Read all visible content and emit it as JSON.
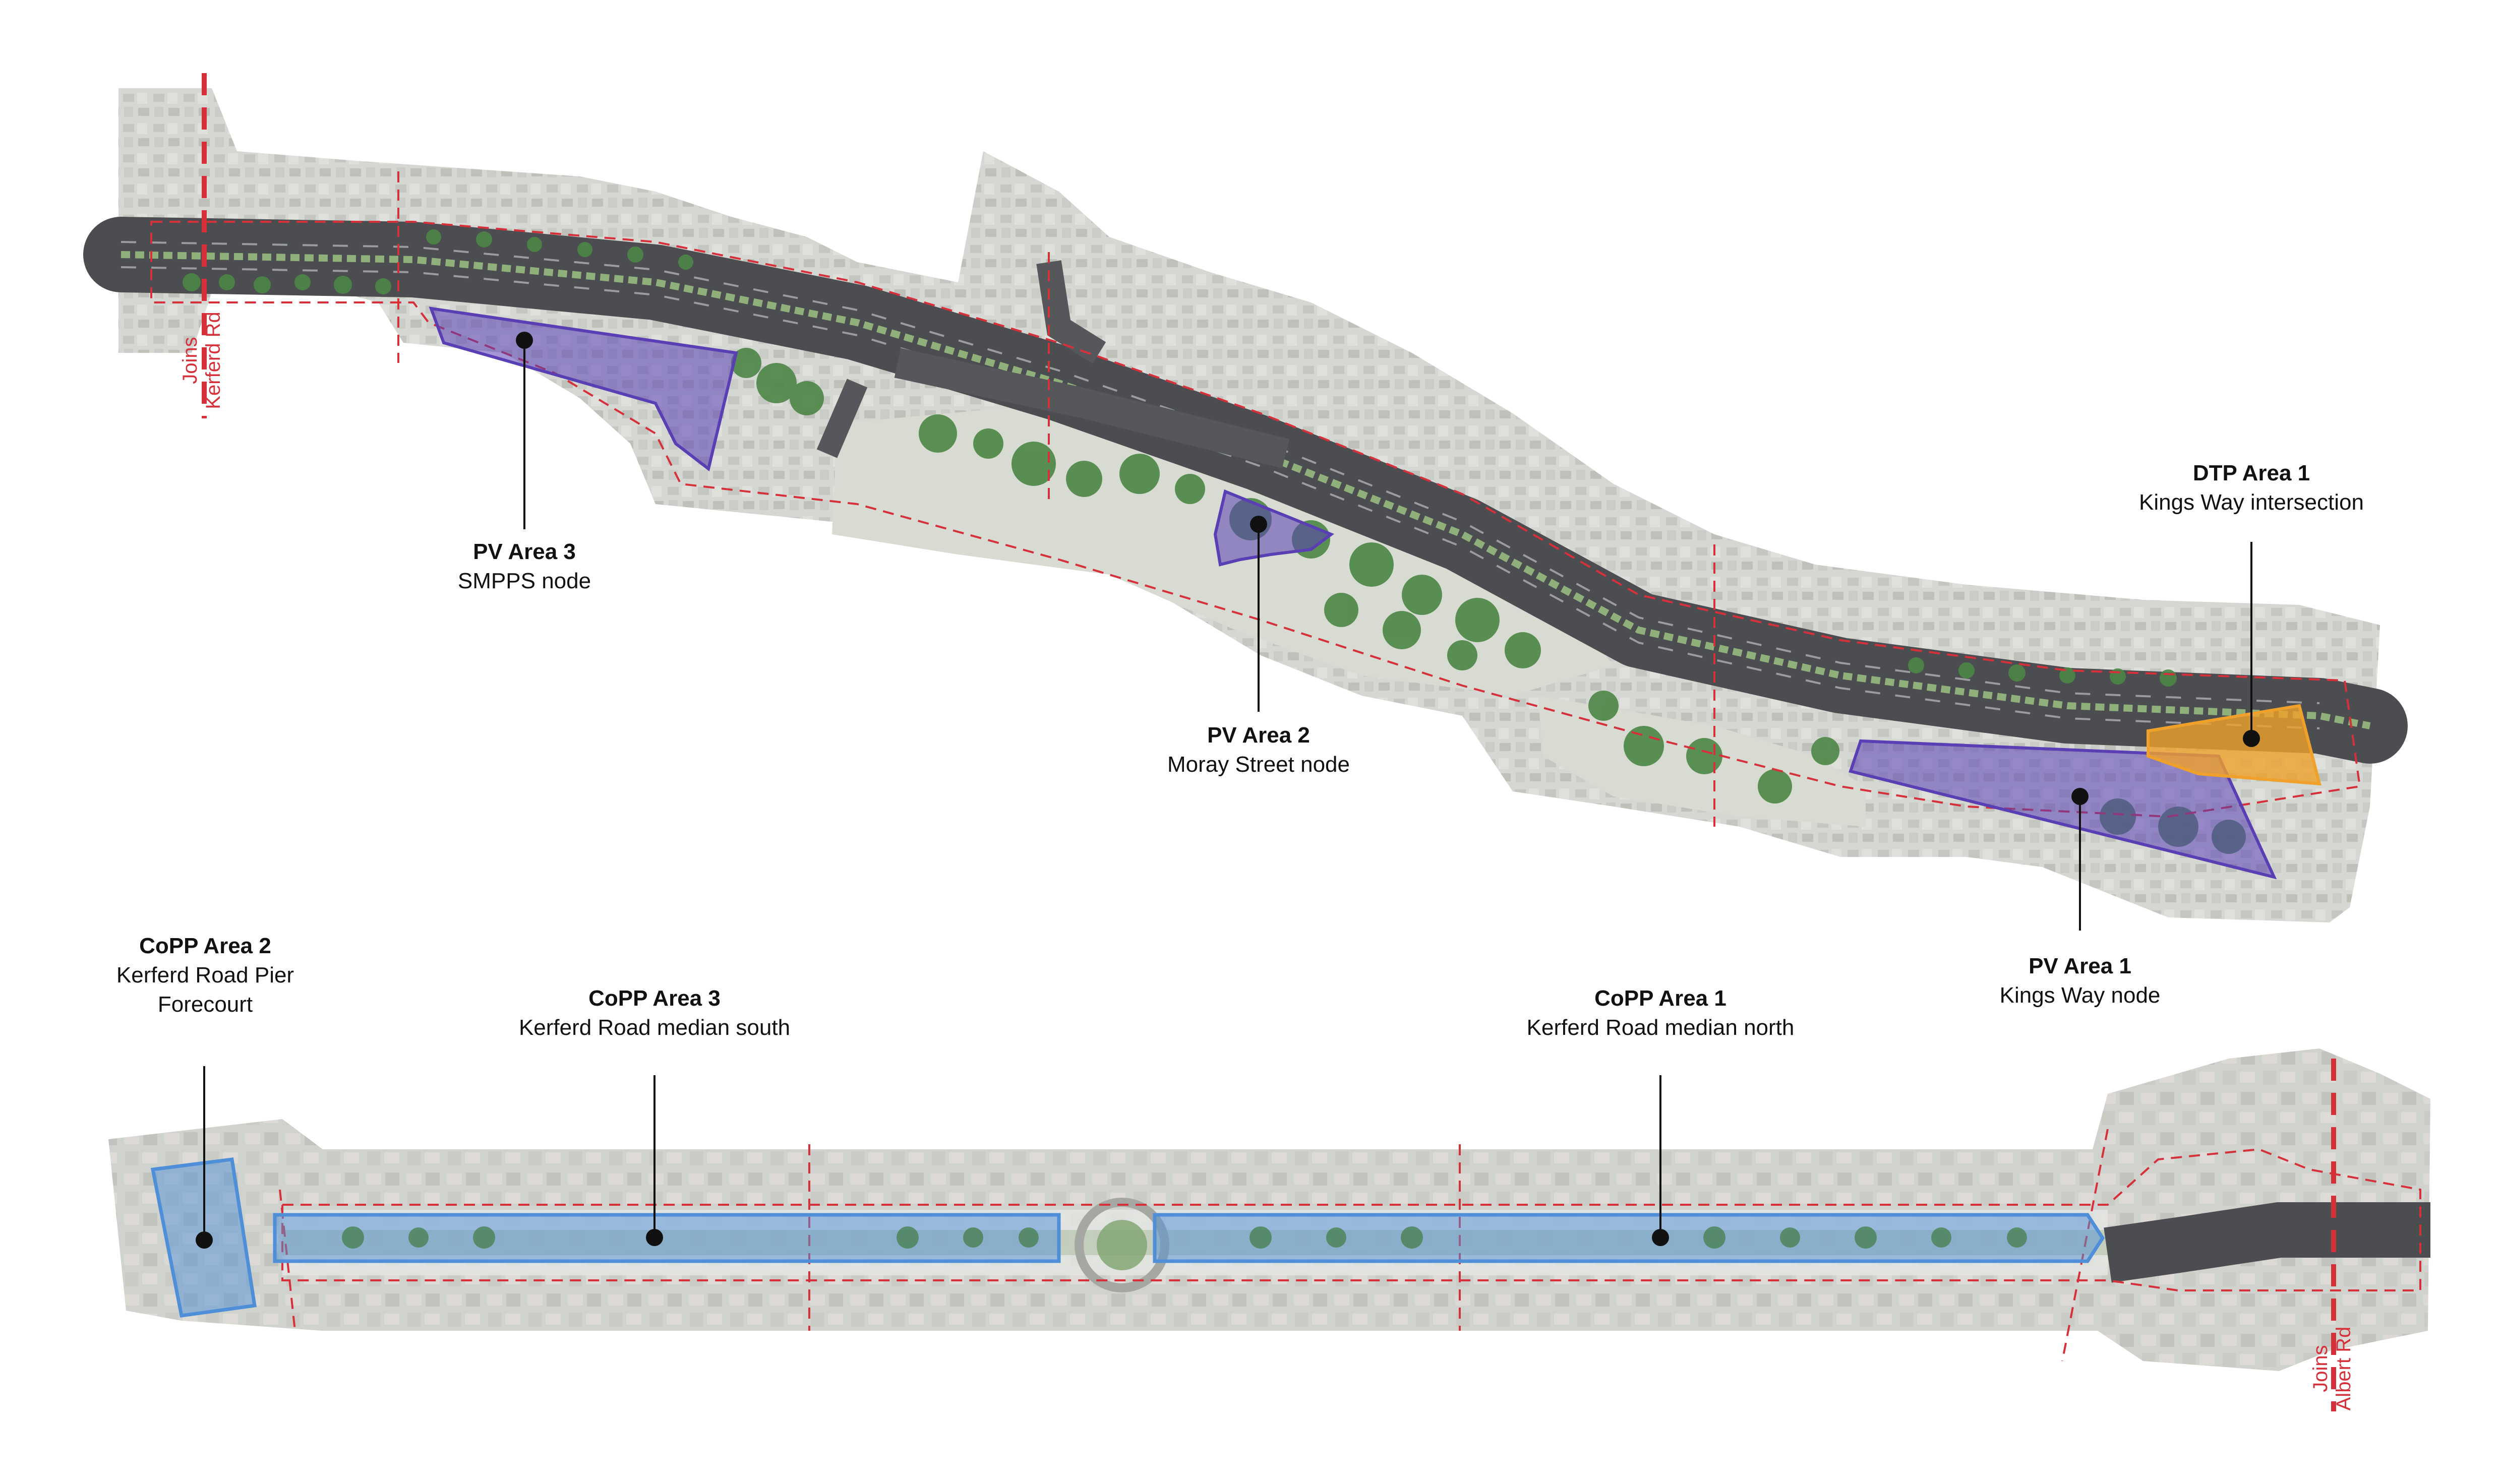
{
  "colors": {
    "pv_fill": "#5a3fb4",
    "pv_stroke": "#5a3fb4",
    "dtp_fill": "#f0a12b",
    "copp_fill": "#4f8fd8",
    "boundary": "#d6303b",
    "road": "#505255",
    "imagery_ground": "#c9ccc6",
    "tree": "#4f8a4a"
  },
  "areas": {
    "pv3": {
      "title": "PV Area 3",
      "subtitle": "SMPPS node"
    },
    "pv2": {
      "title": "PV Area 2",
      "subtitle": "Moray Street node"
    },
    "pv1": {
      "title": "PV Area 1",
      "subtitle": "Kings Way node"
    },
    "dtp1": {
      "title": "DTP Area 1",
      "subtitle": "Kings Way intersection"
    },
    "copp2": {
      "title": "CoPP Area 2",
      "subtitle_line1": "Kerferd Road Pier",
      "subtitle_line2": "Forecourt"
    },
    "copp3": {
      "title": "CoPP Area 3",
      "subtitle": "Kerferd Road median south"
    },
    "copp1": {
      "title": "CoPP Area 1",
      "subtitle": "Kerferd Road median north"
    }
  },
  "joins": {
    "kerferd": {
      "line1": "Joins",
      "line2": "Kerferd Rd"
    },
    "albert": {
      "line1": "Joins",
      "line2": "Albert Rd"
    }
  },
  "icons": {
    "marker": "area-marker-dot-icon",
    "boundary": "dashed-boundary-line-icon"
  }
}
